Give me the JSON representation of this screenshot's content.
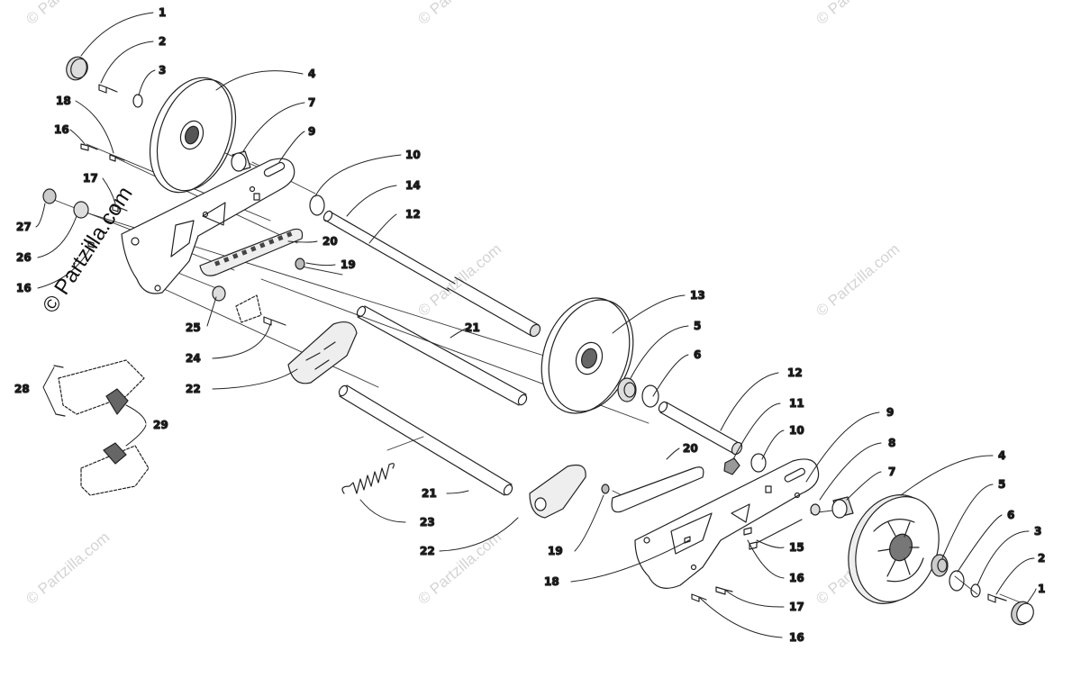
{
  "watermark": {
    "main": "© Partzilla.com",
    "faint": "© Partzilla.com"
  },
  "callouts": [
    {
      "id": "c1",
      "text": "1"
    },
    {
      "id": "c2",
      "text": "2"
    },
    {
      "id": "c3",
      "text": "3"
    },
    {
      "id": "c4",
      "text": "4"
    },
    {
      "id": "c7",
      "text": "7"
    },
    {
      "id": "c9",
      "text": "9"
    },
    {
      "id": "c18",
      "text": "18"
    },
    {
      "id": "c16a",
      "text": "16"
    },
    {
      "id": "c17a",
      "text": "17"
    },
    {
      "id": "c10a",
      "text": "10"
    },
    {
      "id": "c14",
      "text": "14"
    },
    {
      "id": "c12a",
      "text": "12"
    },
    {
      "id": "c27",
      "text": "27"
    },
    {
      "id": "c26",
      "text": "26"
    },
    {
      "id": "c20a",
      "text": "20"
    },
    {
      "id": "c19a",
      "text": "19"
    },
    {
      "id": "c16b",
      "text": "16"
    },
    {
      "id": "c13",
      "text": "13"
    },
    {
      "id": "c5a",
      "text": "5"
    },
    {
      "id": "c21a",
      "text": "21"
    },
    {
      "id": "c25",
      "text": "25"
    },
    {
      "id": "c24",
      "text": "24"
    },
    {
      "id": "c6a",
      "text": "6"
    },
    {
      "id": "c12b",
      "text": "12"
    },
    {
      "id": "c22a",
      "text": "22"
    },
    {
      "id": "c28",
      "text": "28"
    },
    {
      "id": "c11",
      "text": "11"
    },
    {
      "id": "c29",
      "text": "29"
    },
    {
      "id": "c10b",
      "text": "10"
    },
    {
      "id": "c9b",
      "text": "9"
    },
    {
      "id": "c8",
      "text": "8"
    },
    {
      "id": "c20b",
      "text": "20"
    },
    {
      "id": "c4b",
      "text": "4"
    },
    {
      "id": "c7b",
      "text": "7"
    },
    {
      "id": "c21b",
      "text": "21"
    },
    {
      "id": "c5b",
      "text": "5"
    },
    {
      "id": "c23",
      "text": "23"
    },
    {
      "id": "c6b",
      "text": "6"
    },
    {
      "id": "c22b",
      "text": "22"
    },
    {
      "id": "c15",
      "text": "15"
    },
    {
      "id": "c3b",
      "text": "3"
    },
    {
      "id": "c19b",
      "text": "19"
    },
    {
      "id": "c16c",
      "text": "16"
    },
    {
      "id": "c2b",
      "text": "2"
    },
    {
      "id": "c18b",
      "text": "18"
    },
    {
      "id": "c1b",
      "text": "1"
    },
    {
      "id": "c17b",
      "text": "17"
    },
    {
      "id": "c16d",
      "text": "16"
    }
  ]
}
